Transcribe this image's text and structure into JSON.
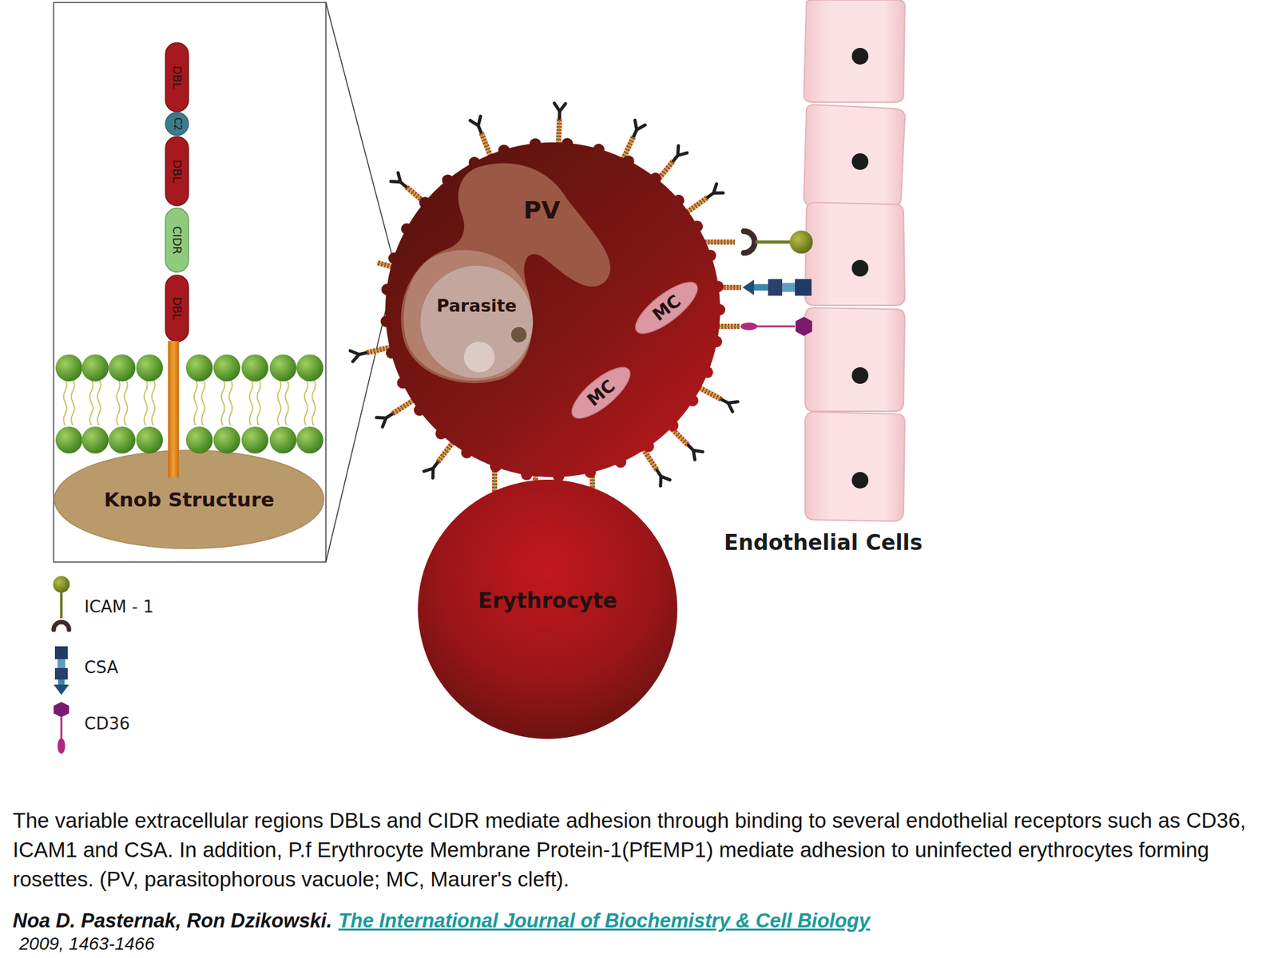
{
  "diagram": {
    "caption": "The variable extracellular regions DBLs and CIDR mediate adhesion through binding to several endothelial receptors such as CD36, ICAM1 and CSA. In addition, P.f Erythrocyte Membrane Protein-1(PfEMP1) mediate adhesion to uninfected erythrocytes forming rosettes. (PV, parasitophorous vacuole; MC, Maurer's cleft).",
    "nodes": [
      {
        "text": [
          "DBL"
        ]
      },
      {
        "text": [
          "C2"
        ]
      },
      {
        "text": [
          "DBL"
        ]
      },
      {
        "text": [
          "CIDR"
        ]
      },
      {
        "text": [
          "DBL"
        ]
      },
      {
        "text": [
          "Knob Structure"
        ]
      },
      {
        "text": [
          "PV"
        ]
      },
      {
        "text": [
          "Parasite"
        ],
        "in": 6
      },
      {
        "text": [
          "MC"
        ]
      },
      {
        "text": [
          "MC"
        ]
      },
      {
        "text": [
          "Erythrocyte"
        ]
      }
    ],
    "labels": [
      "Endothelial Cells",
      "Noa D. Pasternak, Ron Dzikowski.",
      "The International Journal of Biochemistry & Cell Biology",
      "2009, 1463-1466"
    ],
    "legend": [
      {
        "text": "ICAM - 1"
      },
      {
        "text": "CSA"
      },
      {
        "text": "CD36"
      }
    ]
  }
}
